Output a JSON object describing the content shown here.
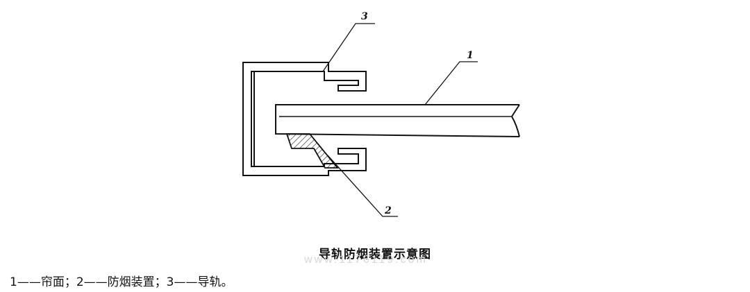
{
  "figure": {
    "title": "导轨防烟装置示意图",
    "watermark": "www.1176119.com",
    "legend": "1——帘面；2——防烟装置；3——导轨。"
  },
  "callouts": [
    {
      "id": "label-1",
      "text": "1"
    },
    {
      "id": "label-2",
      "text": "2"
    },
    {
      "id": "label-3",
      "text": "3"
    }
  ],
  "colors": {
    "line": "#111111",
    "background": "#ffffff",
    "watermark": "#d6d6d6"
  }
}
